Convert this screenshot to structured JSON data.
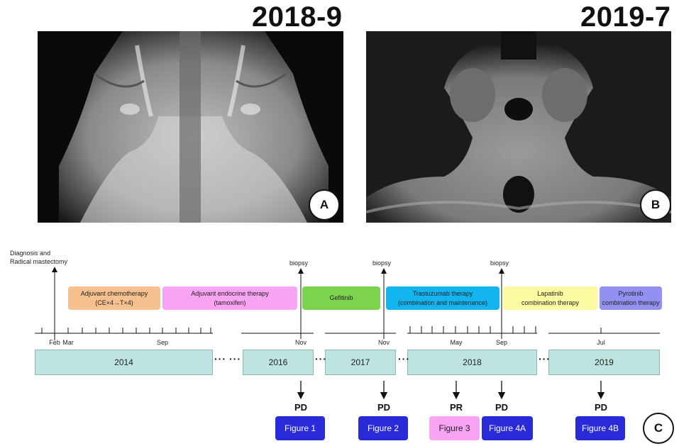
{
  "panels": [
    {
      "date": "2018-9",
      "badge": "A"
    },
    {
      "date": "2019-7",
      "badge": "B"
    }
  ],
  "timeline_badge": "C",
  "diagnosis_label": [
    "Diagnosis and",
    "Radical mastectomy"
  ],
  "biopsy_label": "biopsy",
  "therapies": {
    "adjuvant_chemo": [
      "Adjuvant chemotherapy",
      "(CE×4→T×4)"
    ],
    "adjuvant_endocrine": [
      "Adjuvant endocrine therapy",
      "(tamoxifen)"
    ],
    "gefitinib": [
      "Gefitinib"
    ],
    "trastuzumab": [
      "Trastuzumab therapy",
      "(combination and maintenance)"
    ],
    "lapatinib": [
      "Lapatinib",
      "combination therapy"
    ],
    "pyrotinib": [
      "Pyrotinib",
      "combination therapy"
    ]
  },
  "month_labels": {
    "feb": "Feb",
    "mar": "Mar",
    "sep2014": "Sep",
    "nov2016": "Nov",
    "nov2017": "Nov",
    "may2018": "May",
    "sep2018": "Sep",
    "jul2019": "Jul"
  },
  "years": [
    "2014",
    "2016",
    "2017",
    "2018",
    "2019"
  ],
  "ellipsis": "···",
  "responses": {
    "fig1": "PD",
    "fig2": "PD",
    "fig3": "PR",
    "fig4a": "PD",
    "fig4b": "PD"
  },
  "figures": {
    "fig1": "Figure 1",
    "fig2": "Figure 2",
    "fig3": "Figure 3",
    "fig4a": "Figure 4A",
    "fig4b": "Figure 4B"
  },
  "colors": {
    "chemo": "#f7c08f",
    "endocrine": "#f9a4f2",
    "gefitinib": "#7ed34e",
    "trastuzumab": "#12b5ef",
    "lapatinib": "#fbf9a1",
    "pyrotinib": "#9490f2",
    "year_box": "#bfe3e1",
    "figure_blue": "#2a2bd8",
    "figure_pink": "#f9a4f2"
  }
}
